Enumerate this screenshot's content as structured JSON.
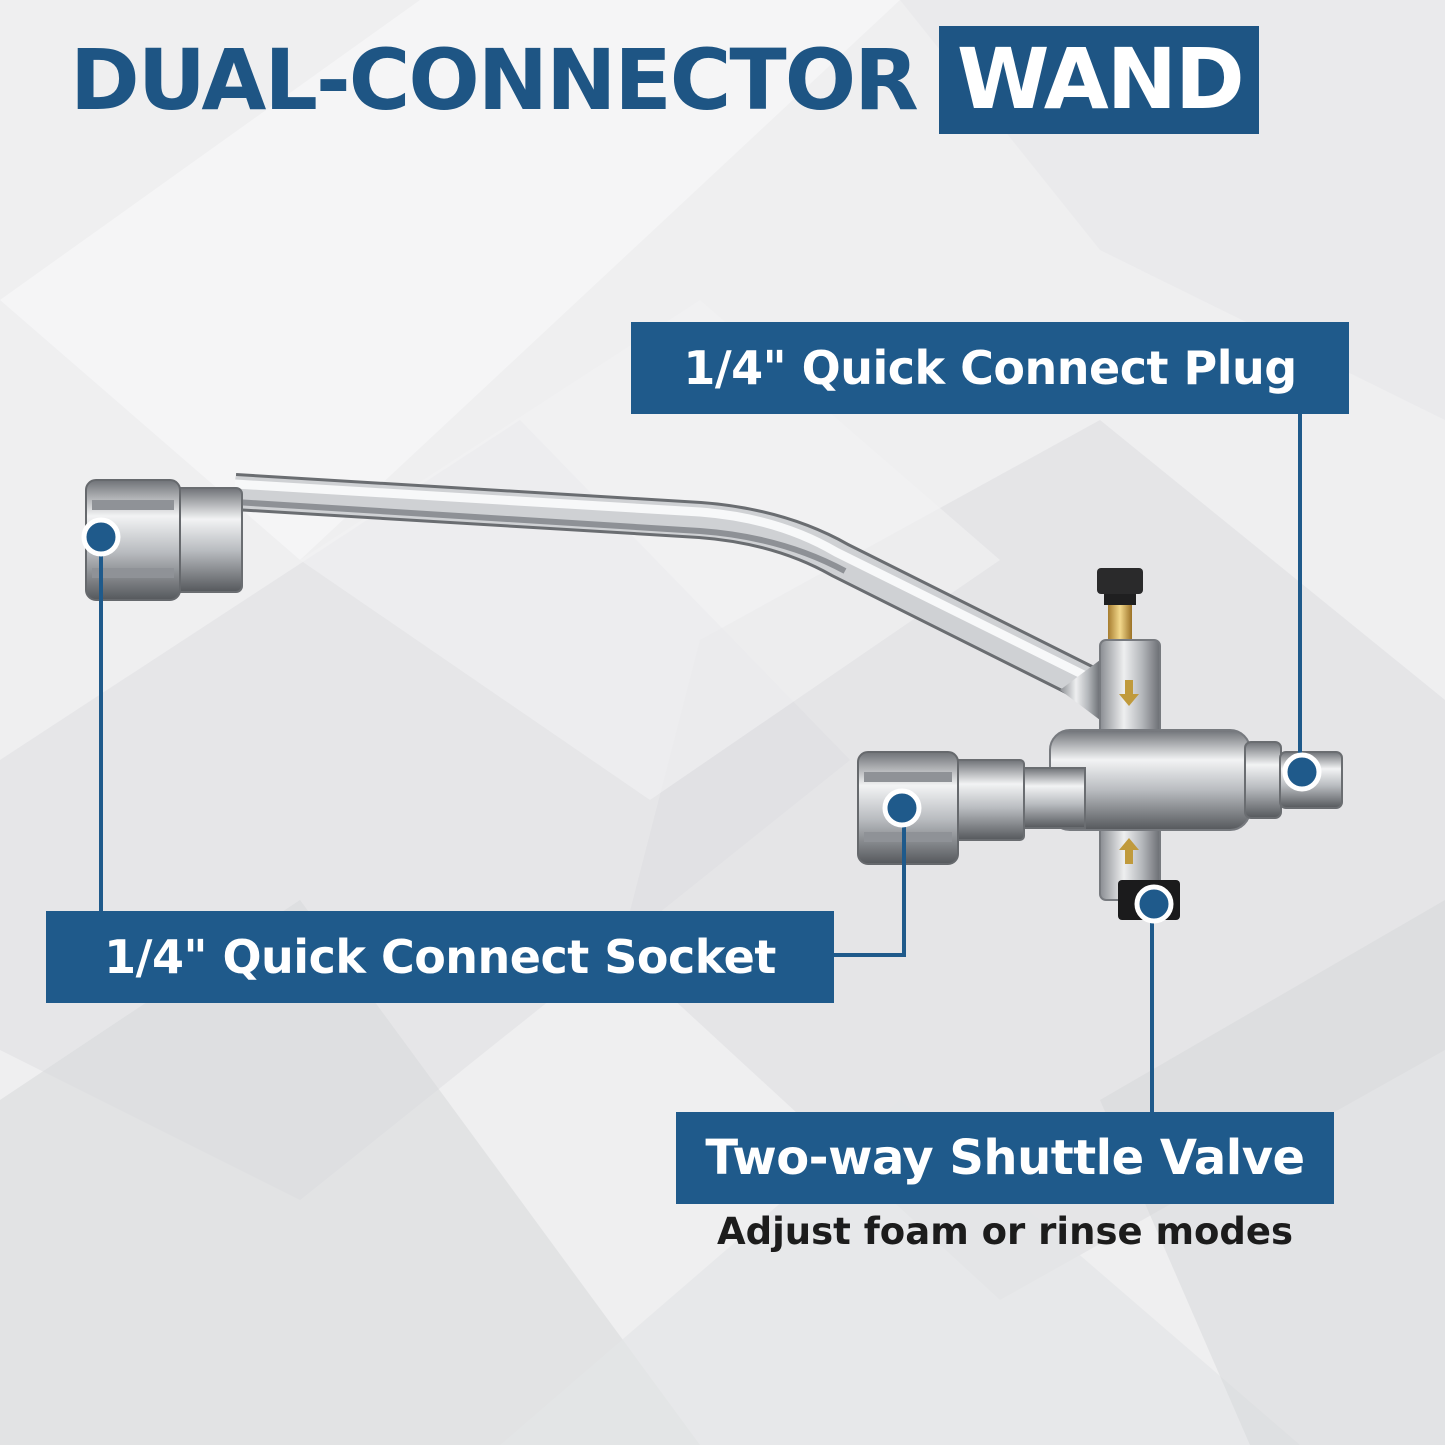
{
  "headline": {
    "main": "DUAL-CONNECTOR",
    "highlight": "WAND"
  },
  "callouts": {
    "plug": "1/4\" Quick Connect Plug",
    "socket": "1/4\" Quick Connect Socket",
    "valve": "Two-way Shuttle Valve",
    "valve_note": "Adjust foam or rinse modes"
  },
  "colors": {
    "brand_blue": "#1f5a8b",
    "background": "#eeeeef",
    "text_dark": "#1c1c1c"
  }
}
